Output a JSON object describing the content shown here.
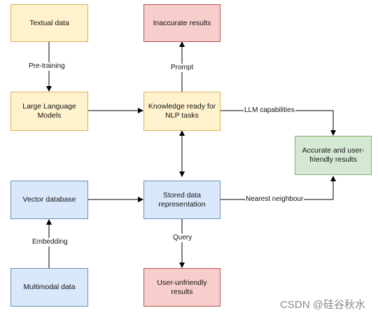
{
  "nodes": {
    "textual": "Textual data",
    "llm": "Large Language Models",
    "knowledge": "Knowledge ready for NLP tasks",
    "inaccurate": "Inaccurate results",
    "accurate": "Accurate and user-friendly results",
    "vector": "Vector database",
    "stored": "Stored data representation",
    "multimodal": "Multimodal data",
    "unfriendly": "User-unfriendly results"
  },
  "edges": {
    "pretraining": "Pre-training",
    "prompt": "Prompt",
    "llm_capabilities": "LLM capabilities",
    "embedding": "Embedding",
    "nearest": "Nearest neighbour",
    "query": "Query"
  },
  "watermark": "CSDN @硅谷秋水",
  "colors": {
    "yellow_fill": "#fff2cc",
    "red_fill": "#f8cecc",
    "blue_fill": "#dae8fc",
    "green_fill": "#d5e8d4"
  }
}
